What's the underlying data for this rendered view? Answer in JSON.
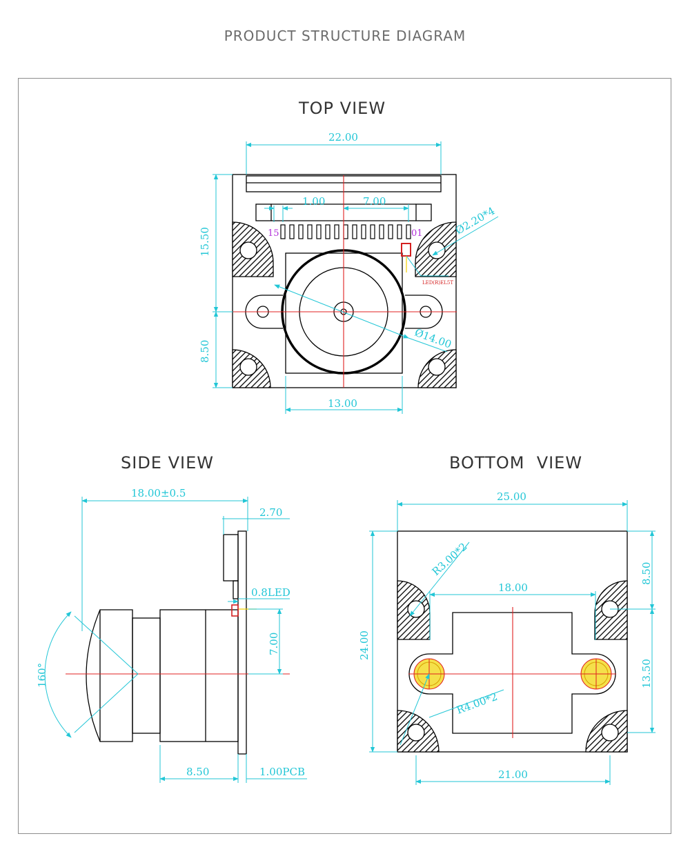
{
  "page_title": "PRODUCT STRUCTURE DIAGRAM",
  "views": {
    "top": {
      "title": "TOP VIEW",
      "dims": {
        "width": "22.00",
        "pin_pitch": "1.00",
        "pin_span": "7.00",
        "hole": "Ø2.20*4",
        "upper_height": "15.50",
        "lower_height": "8.50",
        "lens_diameter": "Ø14.00",
        "holder_width": "13.00"
      },
      "pin_first": "15",
      "pin_last": "01",
      "led_note": "LED(R)EL5T"
    },
    "side": {
      "title": "SIDE VIEW",
      "dims": {
        "length": "18.00±0.5",
        "connector": "2.70",
        "led": "0.8LED",
        "center": "7.00",
        "angle": "160°",
        "holder": "8.50",
        "pcb": "1.00PCB"
      }
    },
    "bottom": {
      "title": "BOTTOM  VIEW",
      "dims": {
        "width": "25.00",
        "corner_radius": "R3.00*2",
        "mount_span": "18.00",
        "top_offset": "8.50",
        "height": "24.00",
        "mount_radius": "R4.00*2",
        "lower_offset": "13.50",
        "bottom_span": "21.00"
      }
    }
  },
  "colors": {
    "dimension": "#22c6d6",
    "outline": "#000000",
    "centerline": "#e02020",
    "pin_label": "#b02fd8",
    "screw": "#f5e04a"
  }
}
